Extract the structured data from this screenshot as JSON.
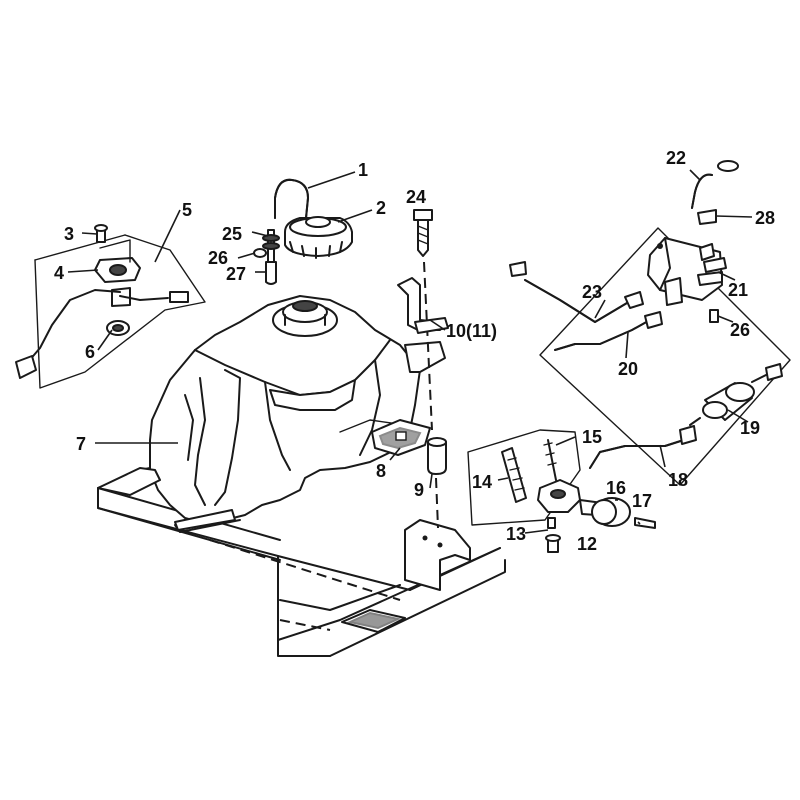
{
  "callouts": [
    {
      "id": "c1",
      "text": "1"
    },
    {
      "id": "c2",
      "text": "2"
    },
    {
      "id": "c3",
      "text": "3"
    },
    {
      "id": "c4",
      "text": "4"
    },
    {
      "id": "c5",
      "text": "5"
    },
    {
      "id": "c6",
      "text": "6"
    },
    {
      "id": "c7",
      "text": "7"
    },
    {
      "id": "c8",
      "text": "8"
    },
    {
      "id": "c9",
      "text": "9"
    },
    {
      "id": "c10",
      "text": "10(11)"
    },
    {
      "id": "c12",
      "text": "12"
    },
    {
      "id": "c13",
      "text": "13"
    },
    {
      "id": "c14",
      "text": "14"
    },
    {
      "id": "c15",
      "text": "15"
    },
    {
      "id": "c16",
      "text": "16"
    },
    {
      "id": "c17",
      "text": "17"
    },
    {
      "id": "c18",
      "text": "18"
    },
    {
      "id": "c19",
      "text": "19"
    },
    {
      "id": "c20",
      "text": "20"
    },
    {
      "id": "c21",
      "text": "21"
    },
    {
      "id": "c22",
      "text": "22"
    },
    {
      "id": "c23",
      "text": "23"
    },
    {
      "id": "c24",
      "text": "24"
    },
    {
      "id": "c25",
      "text": "25"
    },
    {
      "id": "c26a",
      "text": "26"
    },
    {
      "id": "c26b",
      "text": "26"
    },
    {
      "id": "c27",
      "text": "27"
    },
    {
      "id": "c28",
      "text": "28"
    }
  ]
}
